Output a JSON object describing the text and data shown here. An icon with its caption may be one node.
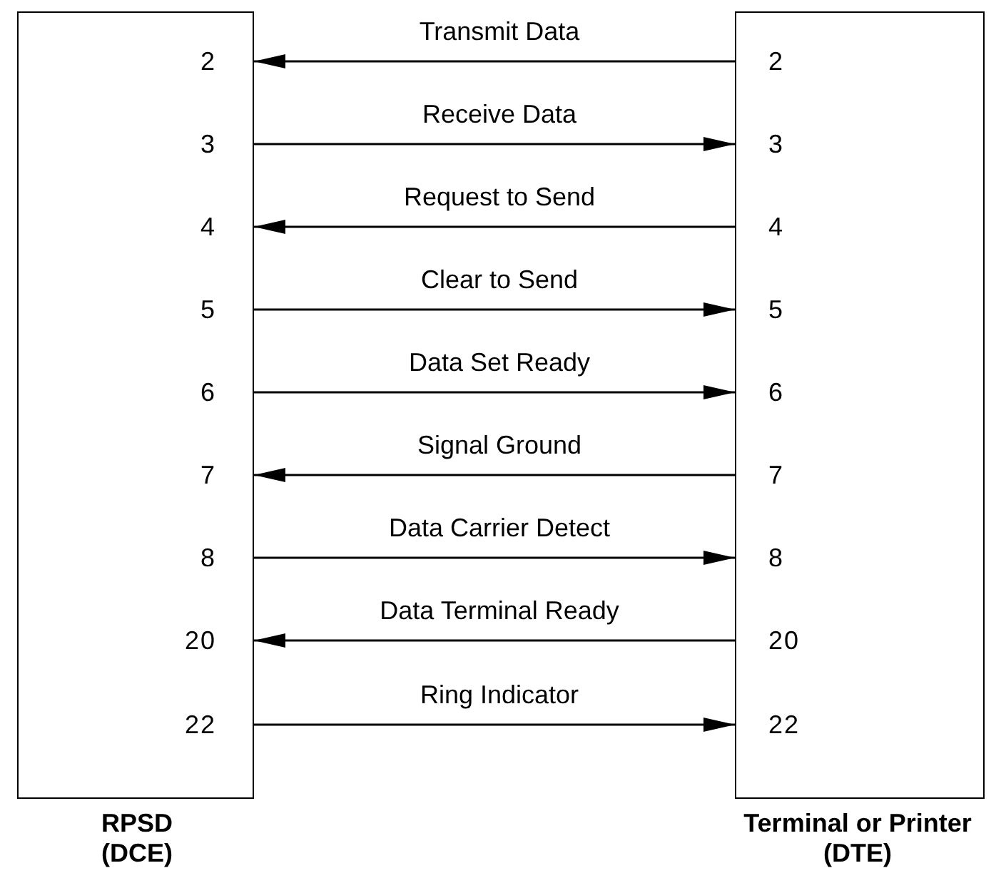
{
  "diagram": {
    "nodes": [
      {
        "text": [
          "RPSD (DCE)"
        ]
      },
      {
        "text": [
          "2"
        ],
        "in": 0
      },
      {
        "text": [
          "3"
        ],
        "in": 0
      },
      {
        "text": [
          "4"
        ],
        "in": 0
      },
      {
        "text": [
          "5"
        ],
        "in": 0
      },
      {
        "text": [
          "6"
        ],
        "in": 0
      },
      {
        "text": [
          "7"
        ],
        "in": 0
      },
      {
        "text": [
          "8"
        ],
        "in": 0
      },
      {
        "text": [
          "20"
        ],
        "in": 0
      },
      {
        "text": [
          "22"
        ],
        "in": 0
      },
      {
        "text": [
          "Terminal or Printer (DTE)"
        ]
      },
      {
        "text": [
          "2"
        ],
        "in": 10
      },
      {
        "text": [
          "3"
        ],
        "in": 10
      },
      {
        "text": [
          "4"
        ],
        "in": 10
      },
      {
        "text": [
          "5"
        ],
        "in": 10
      },
      {
        "text": [
          "6"
        ],
        "in": 10
      },
      {
        "text": [
          "7"
        ],
        "in": 10
      },
      {
        "text": [
          "8"
        ],
        "in": 10
      },
      {
        "text": [
          "20"
        ],
        "in": 10
      },
      {
        "text": [
          "22"
        ],
        "in": 10
      }
    ],
    "edges": [
      {
        "from": 11,
        "to": 1,
        "arrow": "to",
        "label": "Transmit Data"
      },
      {
        "from": 2,
        "to": 12,
        "arrow": "to",
        "label": "Receive Data"
      },
      {
        "from": 13,
        "to": 3,
        "arrow": "to",
        "label": "Request to Send"
      },
      {
        "from": 4,
        "to": 14,
        "arrow": "to",
        "label": "Clear to Send"
      },
      {
        "from": 5,
        "to": 15,
        "arrow": "to",
        "label": "Data Set Ready"
      },
      {
        "from": 16,
        "to": 6,
        "arrow": "to",
        "label": "Signal Ground"
      },
      {
        "from": 7,
        "to": 17,
        "arrow": "to",
        "label": "Data Carrier Detect"
      },
      {
        "from": 18,
        "to": 8,
        "arrow": "to",
        "label": "Data Terminal Ready"
      },
      {
        "from": 9,
        "to": 19,
        "arrow": "to",
        "label": "Ring Indicator"
      }
    ]
  }
}
